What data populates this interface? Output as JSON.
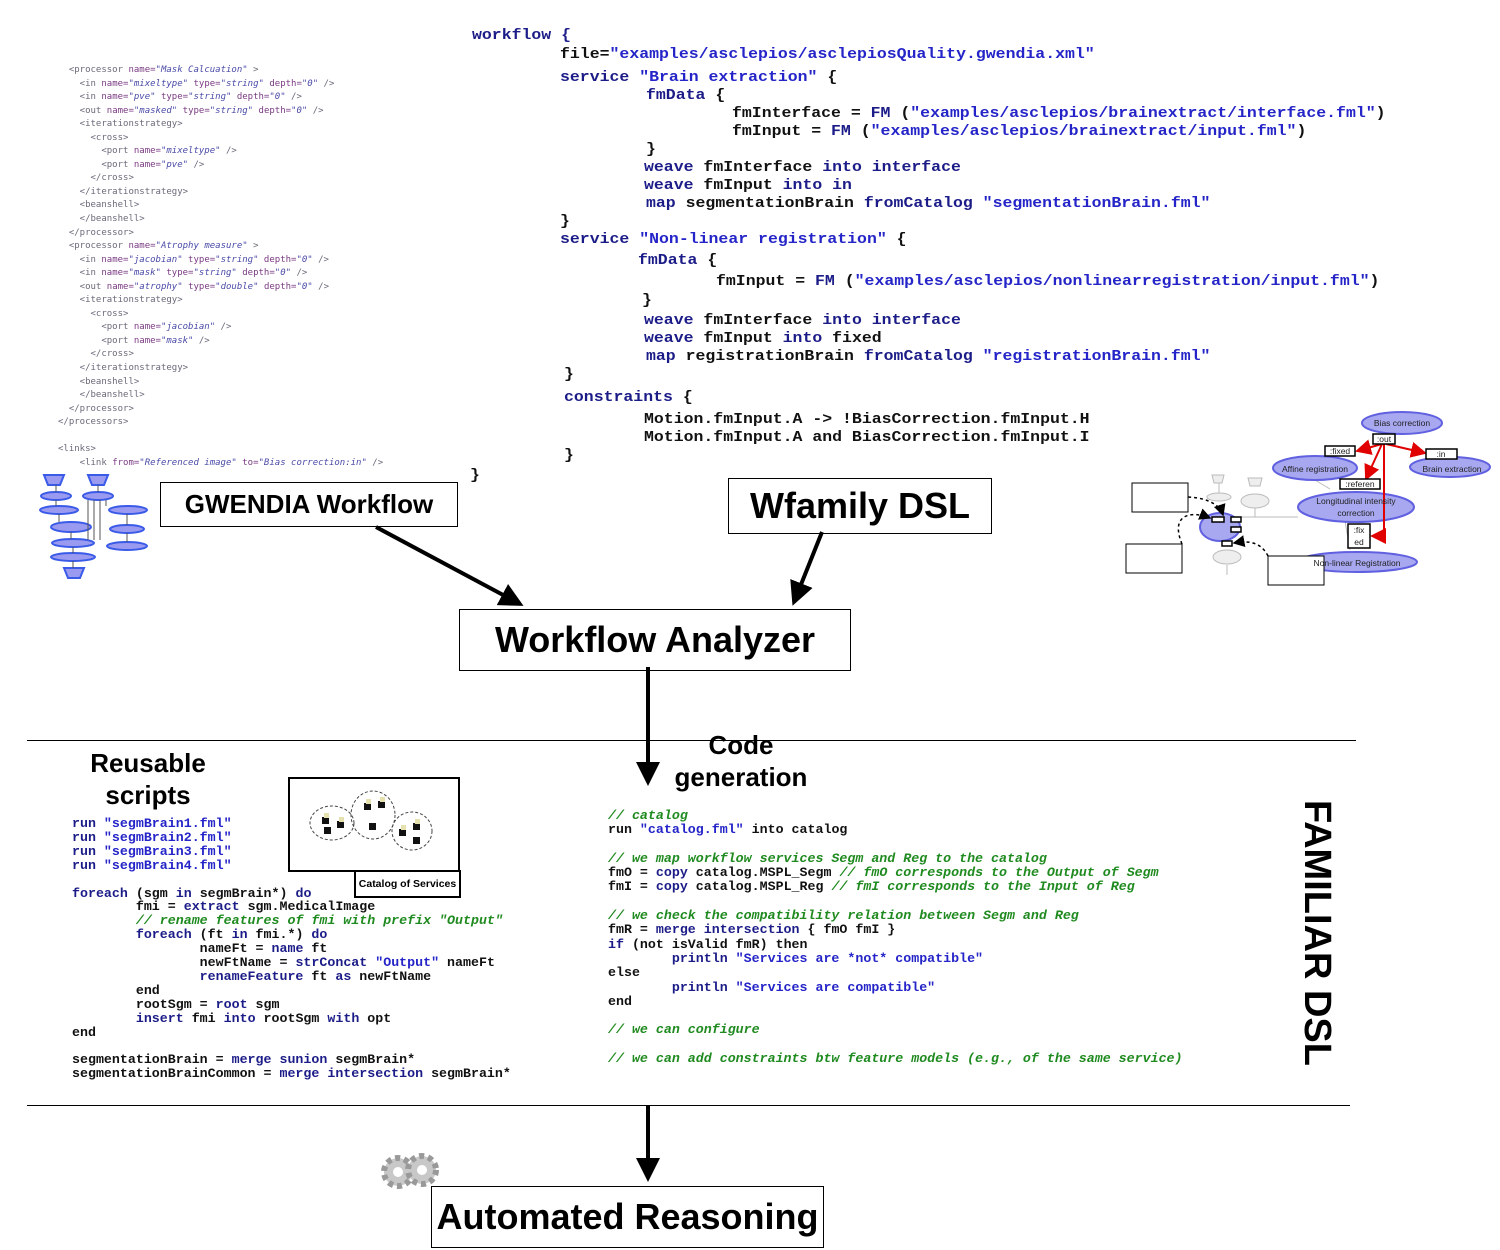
{
  "colors": {
    "keyword": "#1c1c88",
    "string": "#2424c8",
    "comment": "#1f8a1f",
    "node_fill": "#a8a8f0",
    "node_stroke": "#6060e0",
    "mapping_arrow": "#e00000"
  },
  "boxes": {
    "gwendia": "GWENDIA Workflow",
    "wfamily": "Wfamily DSL",
    "analyzer": "Workflow Analyzer",
    "reasoning": "Automated Reasoning"
  },
  "labels": {
    "code_generation_1": "Code",
    "code_generation_2": "generation",
    "reusable_1": "Reusable",
    "reusable_2": "scripts",
    "catalog": "Catalog of Services",
    "familiar": "FAMILIAR DSL"
  },
  "icons": {
    "gwendia_graph": "workflow-graph-icon",
    "catalog": "service-catalog-icon",
    "gears": "gears-icon"
  },
  "graph": {
    "bias": "Bias correction",
    "out": ":out",
    "fixed": ":fixed",
    "affine": "Affine registration",
    "in": ":in",
    "brain": "Brain extraction",
    "referen": ":referen",
    "longi_1": "Longitudinal intensity",
    "longi_2": "correction",
    "fix_1": ":fix",
    "fix_2": "ed",
    "nonlinear": "Non-linear Registration"
  },
  "xml_lines": [
    [
      [
        "  <processor ",
        "xt"
      ],
      [
        "name=",
        "xa"
      ],
      [
        "\"Mask Calcuation\"",
        "xv"
      ],
      [
        " >",
        "xt"
      ]
    ],
    [
      [
        "    <in ",
        "xt"
      ],
      [
        "name=",
        "xa"
      ],
      [
        "\"mixeltype\"",
        "xv"
      ],
      [
        " type=",
        "xa"
      ],
      [
        "\"string\"",
        "xv"
      ],
      [
        " depth=",
        "xa"
      ],
      [
        "\"0\"",
        "xv"
      ],
      [
        " />",
        "xt"
      ]
    ],
    [
      [
        "    <in ",
        "xt"
      ],
      [
        "name=",
        "xa"
      ],
      [
        "\"pve\"",
        "xv"
      ],
      [
        " type=",
        "xa"
      ],
      [
        "\"string\"",
        "xv"
      ],
      [
        " depth=",
        "xa"
      ],
      [
        "\"0\"",
        "xv"
      ],
      [
        " />",
        "xt"
      ]
    ],
    [
      [
        "    <out ",
        "xt"
      ],
      [
        "name=",
        "xa"
      ],
      [
        "\"masked\"",
        "xv"
      ],
      [
        " type=",
        "xa"
      ],
      [
        "\"string\"",
        "xv"
      ],
      [
        " depth=",
        "xa"
      ],
      [
        "\"0\"",
        "xv"
      ],
      [
        " />",
        "xt"
      ]
    ],
    [
      [
        "    <iterationstrategy>",
        "xt"
      ]
    ],
    [
      [
        "      <cross>",
        "xt"
      ]
    ],
    [
      [
        "        <port ",
        "xt"
      ],
      [
        "name=",
        "xa"
      ],
      [
        "\"mixeltype\"",
        "xv"
      ],
      [
        " />",
        "xt"
      ]
    ],
    [
      [
        "        <port ",
        "xt"
      ],
      [
        "name=",
        "xa"
      ],
      [
        "\"pve\"",
        "xv"
      ],
      [
        " />",
        "xt"
      ]
    ],
    [
      [
        "      </cross>",
        "xt"
      ]
    ],
    [
      [
        "    </iterationstrategy>",
        "xt"
      ]
    ],
    [
      [
        "    <beanshell>",
        "xt"
      ]
    ],
    [
      [
        "    </beanshell>",
        "xt"
      ]
    ],
    [
      [
        "  </processor>",
        "xt"
      ]
    ],
    [
      [
        "  <processor ",
        "xt"
      ],
      [
        "name=",
        "xa"
      ],
      [
        "\"Atrophy measure\"",
        "xv"
      ],
      [
        " >",
        "xt"
      ]
    ],
    [
      [
        "    <in ",
        "xt"
      ],
      [
        "name=",
        "xa"
      ],
      [
        "\"jacobian\"",
        "xv"
      ],
      [
        " type=",
        "xa"
      ],
      [
        "\"string\"",
        "xv"
      ],
      [
        " depth=",
        "xa"
      ],
      [
        "\"0\"",
        "xv"
      ],
      [
        " />",
        "xt"
      ]
    ],
    [
      [
        "    <in ",
        "xt"
      ],
      [
        "name=",
        "xa"
      ],
      [
        "\"mask\"",
        "xv"
      ],
      [
        " type=",
        "xa"
      ],
      [
        "\"string\"",
        "xv"
      ],
      [
        " depth=",
        "xa"
      ],
      [
        "\"0\"",
        "xv"
      ],
      [
        " />",
        "xt"
      ]
    ],
    [
      [
        "    <out ",
        "xt"
      ],
      [
        "name=",
        "xa"
      ],
      [
        "\"atrophy\"",
        "xv"
      ],
      [
        " type=",
        "xa"
      ],
      [
        "\"double\"",
        "xv"
      ],
      [
        " depth=",
        "xa"
      ],
      [
        "\"0\"",
        "xv"
      ],
      [
        " />",
        "xt"
      ]
    ],
    [
      [
        "    <iterationstrategy>",
        "xt"
      ]
    ],
    [
      [
        "      <cross>",
        "xt"
      ]
    ],
    [
      [
        "        <port ",
        "xt"
      ],
      [
        "name=",
        "xa"
      ],
      [
        "\"jacobian\"",
        "xv"
      ],
      [
        " />",
        "xt"
      ]
    ],
    [
      [
        "        <port ",
        "xt"
      ],
      [
        "name=",
        "xa"
      ],
      [
        "\"mask\"",
        "xv"
      ],
      [
        " />",
        "xt"
      ]
    ],
    [
      [
        "      </cross>",
        "xt"
      ]
    ],
    [
      [
        "    </iterationstrategy>",
        "xt"
      ]
    ],
    [
      [
        "    <beanshell>",
        "xt"
      ]
    ],
    [
      [
        "    </beanshell>",
        "xt"
      ]
    ],
    [
      [
        "  </processor>",
        "xt"
      ]
    ],
    [
      [
        "</processors>",
        "xt"
      ]
    ],
    [
      [
        "",
        ""
      ]
    ],
    [
      [
        "<links>",
        "xt"
      ]
    ],
    [
      [
        "    <link ",
        "xt"
      ],
      [
        "from=",
        "xa"
      ],
      [
        "\"Referenced image\"",
        "xv"
      ],
      [
        " to=",
        "xa"
      ],
      [
        "\"Bias correction:in\"",
        "xv"
      ],
      [
        " />",
        "xt"
      ]
    ]
  ],
  "wfamily_lines": [
    [
      [
        "workflow {",
        "k"
      ]
    ],
    [
      [
        "file=",
        "p"
      ],
      [
        "\"examples/asclepios/asclepiosQuality.gwendia.xml\"",
        "s"
      ]
    ],
    [
      [
        "service ",
        "k"
      ],
      [
        "\"Brain extraction\"",
        "s"
      ],
      [
        " {",
        "p"
      ]
    ],
    [
      [
        "fmData ",
        "k"
      ],
      [
        "{",
        "p"
      ]
    ],
    [
      [
        "fmInterface = ",
        "p"
      ],
      [
        "FM",
        "k"
      ],
      [
        " (",
        "p"
      ],
      [
        "\"examples/asclepios/brainextract/interface.fml\"",
        "s"
      ],
      [
        ")",
        "p"
      ]
    ],
    [
      [
        "fmInput = ",
        "p"
      ],
      [
        "FM",
        "k"
      ],
      [
        " (",
        "p"
      ],
      [
        "\"examples/asclepios/brainextract/input.fml\"",
        "s"
      ],
      [
        ")",
        "p"
      ]
    ],
    [
      [
        "}",
        "p"
      ]
    ],
    [
      [
        "weave ",
        "k"
      ],
      [
        "fmInterface ",
        "p"
      ],
      [
        "into ",
        "k"
      ],
      [
        "interface",
        "k"
      ]
    ],
    [
      [
        "weave ",
        "k"
      ],
      [
        "fmInput ",
        "p"
      ],
      [
        "into ",
        "k"
      ],
      [
        "in",
        "k"
      ]
    ],
    [
      [
        "map ",
        "k"
      ],
      [
        "segmentationBrain ",
        "p"
      ],
      [
        "fromCatalog ",
        "k"
      ],
      [
        "\"segmentationBrain.fml\"",
        "s"
      ]
    ],
    [
      [
        "}",
        "p"
      ]
    ],
    [
      [
        "service ",
        "k"
      ],
      [
        "\"Non-linear registration\"",
        "s"
      ],
      [
        " {",
        "p"
      ]
    ],
    [
      [
        "fmData ",
        "k"
      ],
      [
        "{",
        "p"
      ]
    ],
    [
      [
        "fmInput = ",
        "p"
      ],
      [
        "FM",
        "k"
      ],
      [
        " (",
        "p"
      ],
      [
        "\"examples/asclepios/nonlinearregistration/input.fml\"",
        "s"
      ],
      [
        ")",
        "p"
      ]
    ],
    [
      [
        "}",
        "p"
      ]
    ],
    [
      [
        "weave ",
        "k"
      ],
      [
        "fmInterface ",
        "p"
      ],
      [
        "into ",
        "k"
      ],
      [
        "interface",
        "k"
      ]
    ],
    [
      [
        "weave ",
        "k"
      ],
      [
        "fmInput ",
        "p"
      ],
      [
        "into ",
        "k"
      ],
      [
        "fixed",
        "p"
      ]
    ],
    [
      [
        "map ",
        "k"
      ],
      [
        "registrationBrain ",
        "p"
      ],
      [
        "fromCatalog ",
        "k"
      ],
      [
        "\"registrationBrain.fml\"",
        "s"
      ]
    ],
    [
      [
        "}",
        "p"
      ]
    ],
    [
      [
        "constraints ",
        "k"
      ],
      [
        "{",
        "p"
      ]
    ],
    [
      [
        "Motion.fmInput.A -> !BiasCorrection.fmInput.H",
        "p"
      ]
    ],
    [
      [
        "Motion.fmInput.A and BiasCorrection.fmInput.I",
        "p"
      ]
    ],
    [
      [
        "}",
        "p"
      ]
    ],
    [
      [
        "}",
        "p"
      ]
    ]
  ],
  "reusable_lines": [
    [
      [
        "run ",
        "k"
      ],
      [
        "\"segmBrain1.fml\"",
        "s"
      ]
    ],
    [
      [
        "run ",
        "k"
      ],
      [
        "\"segmBrain2.fml\"",
        "s"
      ]
    ],
    [
      [
        "run ",
        "k"
      ],
      [
        "\"segmBrain3.fml\"",
        "s"
      ]
    ],
    [
      [
        "run ",
        "k"
      ],
      [
        "\"segmBrain4.fml\"",
        "s"
      ]
    ],
    [
      [
        "",
        ""
      ]
    ],
    [
      [
        "foreach ",
        "k"
      ],
      [
        "(sgm ",
        "p"
      ],
      [
        "in ",
        "k"
      ],
      [
        "segmBrain*) ",
        "p"
      ],
      [
        "do",
        "k"
      ]
    ],
    [
      [
        "        fmi = ",
        "p"
      ],
      [
        "extract ",
        "k"
      ],
      [
        "sgm.MedicalImage",
        "p"
      ]
    ],
    [
      [
        "        // rename features of fmi with prefix \"Output\"",
        "c"
      ]
    ],
    [
      [
        "        foreach ",
        "k"
      ],
      [
        "(ft ",
        "p"
      ],
      [
        "in ",
        "k"
      ],
      [
        "fmi.*) ",
        "p"
      ],
      [
        "do",
        "k"
      ]
    ],
    [
      [
        "                nameFt = ",
        "p"
      ],
      [
        "name ",
        "k"
      ],
      [
        "ft",
        "p"
      ]
    ],
    [
      [
        "                newFtName = ",
        "p"
      ],
      [
        "strConcat ",
        "k"
      ],
      [
        "\"Output\"",
        "s"
      ],
      [
        " nameFt",
        "p"
      ]
    ],
    [
      [
        "                renameFeature ",
        "k"
      ],
      [
        "ft ",
        "p"
      ],
      [
        "as ",
        "k"
      ],
      [
        "newFtName",
        "p"
      ]
    ],
    [
      [
        "        end",
        "p"
      ]
    ],
    [
      [
        "        rootSgm = ",
        "p"
      ],
      [
        "root ",
        "k"
      ],
      [
        "sgm",
        "p"
      ]
    ],
    [
      [
        "        insert ",
        "k"
      ],
      [
        "fmi ",
        "p"
      ],
      [
        "into ",
        "k"
      ],
      [
        "rootSgm ",
        "p"
      ],
      [
        "with ",
        "k"
      ],
      [
        "opt",
        "p"
      ]
    ],
    [
      [
        "end",
        "p"
      ]
    ],
    [
      [
        "",
        ""
      ]
    ],
    [
      [
        "segmentationBrain = ",
        "p"
      ],
      [
        "merge sunion ",
        "k"
      ],
      [
        "segmBrain*",
        "p"
      ]
    ],
    [
      [
        "segmentationBrainCommon = ",
        "p"
      ],
      [
        "merge intersection ",
        "k"
      ],
      [
        "segmBrain*",
        "p"
      ]
    ]
  ],
  "familiar_lines": [
    [
      [
        "// catalog",
        "c"
      ]
    ],
    [
      [
        "run ",
        "p"
      ],
      [
        "\"catalog.fml\"",
        "s"
      ],
      [
        " into ",
        "p"
      ],
      [
        "catalog",
        "p"
      ]
    ],
    [
      [
        "",
        ""
      ]
    ],
    [
      [
        "// we map workflow services Segm and Reg to the catalog",
        "c"
      ]
    ],
    [
      [
        "fmO = ",
        "p"
      ],
      [
        "copy ",
        "k"
      ],
      [
        "catalog.MSPL_Segm ",
        "p"
      ],
      [
        "// fmO corresponds to the Output of Segm",
        "c"
      ]
    ],
    [
      [
        "fmI = ",
        "p"
      ],
      [
        "copy ",
        "k"
      ],
      [
        "catalog.MSPL_Reg ",
        "p"
      ],
      [
        "// fmI corresponds to the Input of Reg",
        "c"
      ]
    ],
    [
      [
        "",
        ""
      ]
    ],
    [
      [
        "// we check the compatibility relation between Segm and Reg",
        "c"
      ]
    ],
    [
      [
        "fmR = ",
        "p"
      ],
      [
        "merge intersection ",
        "k"
      ],
      [
        "{ fmO fmI }",
        "p"
      ]
    ],
    [
      [
        "if ",
        "k"
      ],
      [
        "(not isValid fmR) ",
        "p"
      ],
      [
        "then",
        "p"
      ]
    ],
    [
      [
        "        println ",
        "k"
      ],
      [
        "\"Services are *not* compatible\"",
        "s"
      ]
    ],
    [
      [
        "else",
        "p"
      ]
    ],
    [
      [
        "        println ",
        "k"
      ],
      [
        "\"Services are compatible\"",
        "s"
      ]
    ],
    [
      [
        "end",
        "p"
      ]
    ],
    [
      [
        "",
        ""
      ]
    ],
    [
      [
        "// we can configure",
        "c"
      ]
    ],
    [
      [
        "",
        ""
      ]
    ],
    [
      [
        "// we can add constraints btw feature models (e.g., of the same service)",
        "c"
      ]
    ]
  ]
}
